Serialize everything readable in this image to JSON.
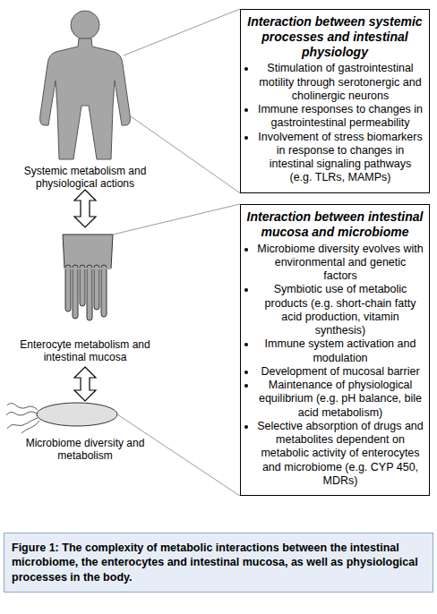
{
  "diagram": {
    "caption": "Figure 1: The complexity of metabolic interactions between the intestinal microbiome, the enterocytes and intestinal mucosa, as well as physiological processes in the body.",
    "nodes": [
      {
        "text": [
          "Interaction between systemic processes and intestinal physiology",
          "Stimulation of gastrointestinal motility through serotonergic and cholinergic neurons",
          "Immune responses to changes in gastrointestinal permeability",
          "Involvement of stress biomarkers in response to changes in intestinal signaling pathways (e.g. TLRs, MAMPs)"
        ]
      },
      {
        "text": [
          "Interaction between intestinal mucosa and microbiome",
          "Microbiome diversity evolves with environmental and genetic factors",
          "Symbiotic use of metabolic products (e.g. short-chain fatty acid production, vitamin synthesis)",
          "Immune system activation and modulation",
          "Development of mucosal barrier",
          "Maintenance of physiological equilibrium (e.g. pH balance, bile acid metabolism)",
          "Selective absorption of drugs and metabolites dependent on metabolic activity of enterocytes and microbiome (e.g. CYP 450, MDRs)"
        ]
      }
    ],
    "labels": [
      "Systemic metabolism and physiological actions",
      "Enterocyte metabolism and intestinal mucosa",
      "Microbiome diversity and metabolism"
    ]
  }
}
